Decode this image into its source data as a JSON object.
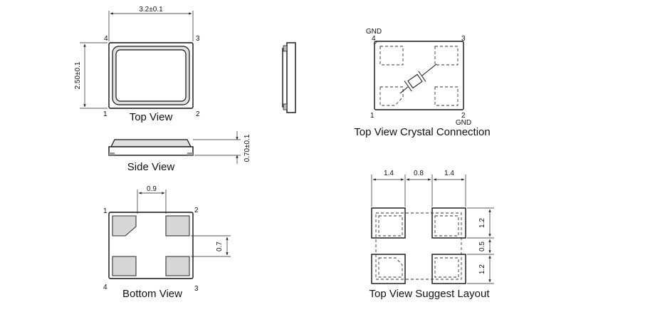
{
  "views": {
    "top": {
      "title": "Top View",
      "dim_width": "3.2±0.1",
      "dim_height": "2.50±0.1",
      "pins": {
        "p1": "1",
        "p2": "2",
        "p3": "3",
        "p4": "4"
      }
    },
    "side": {
      "title": "Side View",
      "dim_thickness": "0.70±0.1"
    },
    "bottom": {
      "title": "Bottom View",
      "dim_gap": "0.9",
      "dim_pad": "0.7",
      "pins": {
        "p1": "1",
        "p2": "2",
        "p3": "3",
        "p4": "4"
      }
    },
    "crystal": {
      "title": "Top View Crystal Connection",
      "gnd_top": "GND",
      "gnd_bottom": "GND",
      "pins": {
        "p1": "1",
        "p2": "2",
        "p3": "3",
        "p4": "4"
      }
    },
    "layout": {
      "title": "Top View Suggest Layout",
      "dim_top": [
        "1.4",
        "0.8",
        "1.4"
      ],
      "dim_right": [
        "1.2",
        "0.5",
        "1.2"
      ]
    }
  },
  "colors": {
    "line": "#111111",
    "pad_fill": "#d7d7d7",
    "background": "#ffffff"
  }
}
